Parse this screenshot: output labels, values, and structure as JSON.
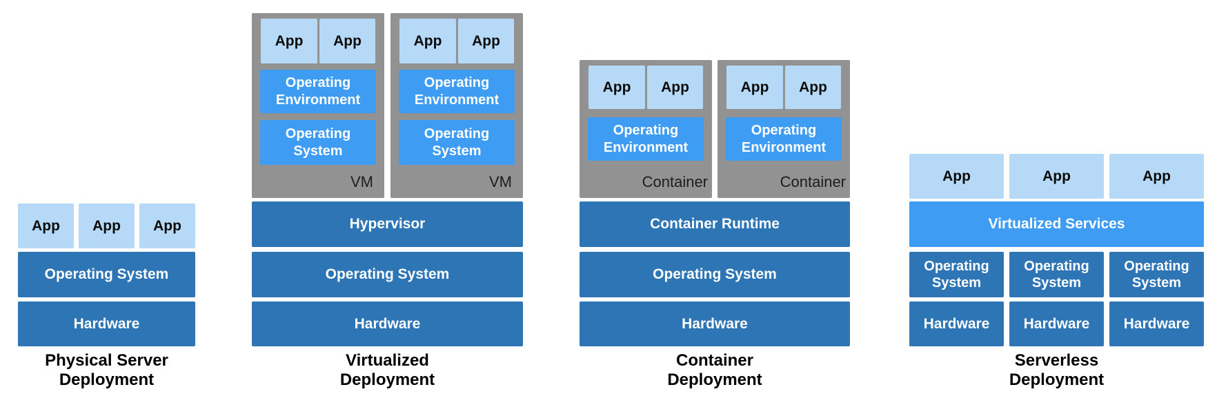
{
  "colors": {
    "app_blue": "#B7D9F8",
    "bright_blue": "#3E9CF2",
    "dark_blue": "#2E75B6",
    "box_gray": "#929292",
    "label_color": "#1D1D1F",
    "title_color": "#000000",
    "background": "#FFFFFF"
  },
  "columns": {
    "physical": {
      "apps": [
        "App",
        "App",
        "App"
      ],
      "os_label": "Operating System",
      "hardware_label": "Hardware",
      "title_line1": "Physical Server",
      "title_line2": "Deployment"
    },
    "virtualized": {
      "vm_label": "VM",
      "vm": {
        "apps": [
          "App",
          "App"
        ],
        "env_label": "Operating Environment",
        "os_label": "Operating System"
      },
      "hypervisor_label": "Hypervisor",
      "os_label": "Operating System",
      "hardware_label": "Hardware",
      "title_line1": "Virtualized",
      "title_line2": "Deployment"
    },
    "container": {
      "container_label": "Container",
      "box": {
        "apps": [
          "App",
          "App"
        ],
        "env_label": "Operating Environment"
      },
      "runtime_label": "Container Runtime",
      "os_label": "Operating System",
      "hardware_label": "Hardware",
      "title_line1": "Container",
      "title_line2": "Deployment"
    },
    "serverless": {
      "apps": [
        "App",
        "App",
        "App"
      ],
      "services_label": "Virtualized Services",
      "os_label": "Operating System",
      "hardware_label": "Hardware",
      "title_line1": "Serverless",
      "title_line2": "Deployment"
    }
  }
}
